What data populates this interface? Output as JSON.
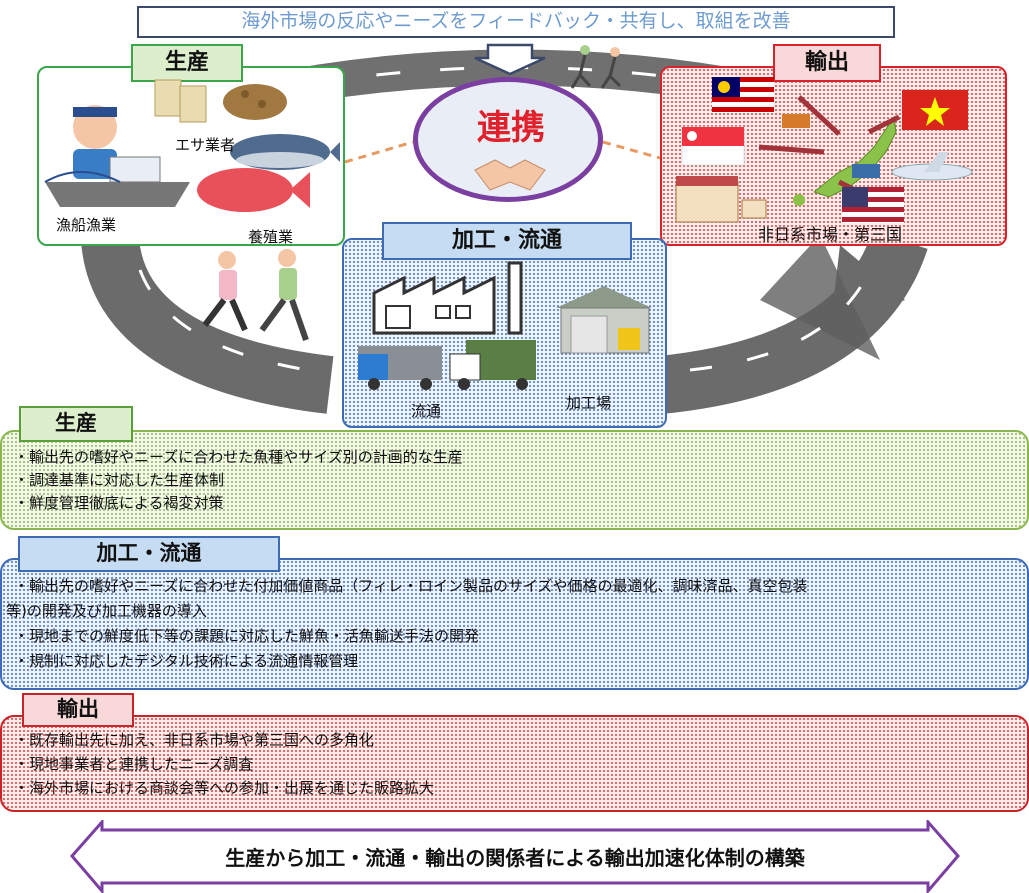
{
  "feedback_banner": "海外市場の反応やニーズをフィードバック・共有し、取組を改善",
  "center_label": "連携",
  "diagram": {
    "production": {
      "tag": "生産",
      "labels": {
        "feed": "エサ業者",
        "fishing": "漁船漁業",
        "aquaculture": "養殖業"
      }
    },
    "processing": {
      "tag": "加工・流通",
      "labels": {
        "distribution": "流通",
        "plant": "加工場"
      }
    },
    "export": {
      "tag": "輸出",
      "labels": {
        "markets": "非日系市場・第三国"
      }
    }
  },
  "sections": {
    "production": {
      "tag": "生産",
      "lines": [
        "・輸出先の嗜好やニーズに合わせた魚種やサイズ別の計画的な生産",
        "・調達基準に対応した生産体制",
        "・鮮度管理徹底による褐変対策"
      ]
    },
    "processing": {
      "tag": "加工・流通",
      "lines": [
        "・輸出先の嗜好やニーズに合わせた付加価値商品（フィレ・ロイン製品のサイズや価格の最適化、調味済品、真空包装",
        "等)の開発及び加工機器の導入",
        "・現地までの鮮度低下等の課題に対応した鮮魚・活魚輸送手法の開発",
        "・規制に対応したデジタル技術による流通情報管理"
      ]
    },
    "export": {
      "tag": "輸出",
      "lines": [
        "・既存輸出先に加え、非日系市場や第三国への多角化",
        "・現地事業者と連携したニーズ調査",
        "・海外市場における商談会等への参加・出展を通じた販路拡大"
      ]
    }
  },
  "bottom_banner": "生産から加工・流通・輸出の関係者による輸出加速化体制の構築",
  "colors": {
    "production": "#3aa64a",
    "processing": "#3d6cb5",
    "export": "#d9222a",
    "center_ring": "#7a3fa0",
    "road": "#6b6b6b"
  }
}
